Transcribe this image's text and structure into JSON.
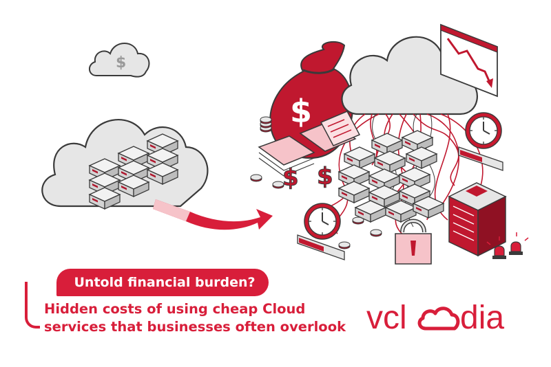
{
  "colors": {
    "brand_red": "#d81e3a",
    "dark_red": "#b0172d",
    "outline": "#3a3a3a",
    "cloud_gray": "#e6e6e6",
    "server_gray": "#dcdcdc"
  },
  "headline": {
    "pill_text": "Untold financial burden?"
  },
  "subtitle": {
    "line1": "Hidden costs of using cheap Cloud",
    "line2": "services that businesses often overlook"
  },
  "logo": {
    "text_before": "vcl",
    "text_after": "dia",
    "icon": "cloud-o-icon"
  },
  "illustration": {
    "currency_symbol": "$",
    "icons": [
      "cloud-dollar-icon",
      "cloud-server-icon",
      "arrow-right-icon",
      "money-bag-icon",
      "cloud-icon",
      "declining-chart-icon",
      "clock-icon",
      "invoice-icon",
      "coin-icon",
      "padlock-icon",
      "server-rack-icon",
      "alarm-light-icon"
    ]
  }
}
